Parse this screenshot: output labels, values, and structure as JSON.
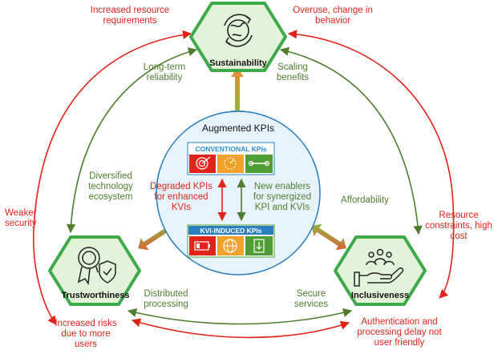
{
  "nodes": {
    "sustainability": "Sustainability",
    "trustworthiness": "Trustworthiness",
    "inclusiveness": "Inclusiveness"
  },
  "center": {
    "title": "Augmented KPIs",
    "conventional": "CONVENTIONAL KPIs",
    "kvi_induced": "KVI-INDUCED KPIs",
    "degraded": "Degraded KPIs\nfor enhanced\nKVIs",
    "enablers": "New enablers\nfor synergized\nKPI and KVIs"
  },
  "labels": {
    "increased_resource": "Increased resource\nrequirements",
    "overuse": "Overuse, change in\nbehavior",
    "long_term": "Long-term\nreliability",
    "scaling": "Scaling\nbenefits",
    "diversified": "Diversified\ntechnology\necosystem",
    "affordability": "Affordability",
    "weaker_security": "Weaker\nsecurity",
    "resource_constraints": "Resource\nconstraints, high\ncost",
    "distributed": "Distributed\nprocessing",
    "secure_services": "Secure\nservices",
    "increased_risks": "Increased risks\ndue to more\nusers",
    "authentication": "Authentication and\nprocessing delay not\nuser friendly"
  },
  "colors": {
    "red": "#e0241b",
    "green": "#4f7d2e",
    "hex_fill": "#e3f3d9",
    "hex_stroke": "#3daa4a",
    "circle_fill": "#e6f3fa",
    "circle_stroke": "#2a7fc1",
    "conv_title": "#2b8fd6",
    "kvi_title": "#ffffff"
  },
  "icons": {
    "sustainability": "recycling-globe-icon",
    "trustworthiness": "award-shield-icon",
    "inclusiveness": "hand-people-icon",
    "conventional": [
      "target-icon",
      "dial-icon",
      "link-wrench-icon"
    ],
    "kvi_induced": [
      "battery-icon",
      "globe-grid-icon",
      "download-icon"
    ]
  }
}
